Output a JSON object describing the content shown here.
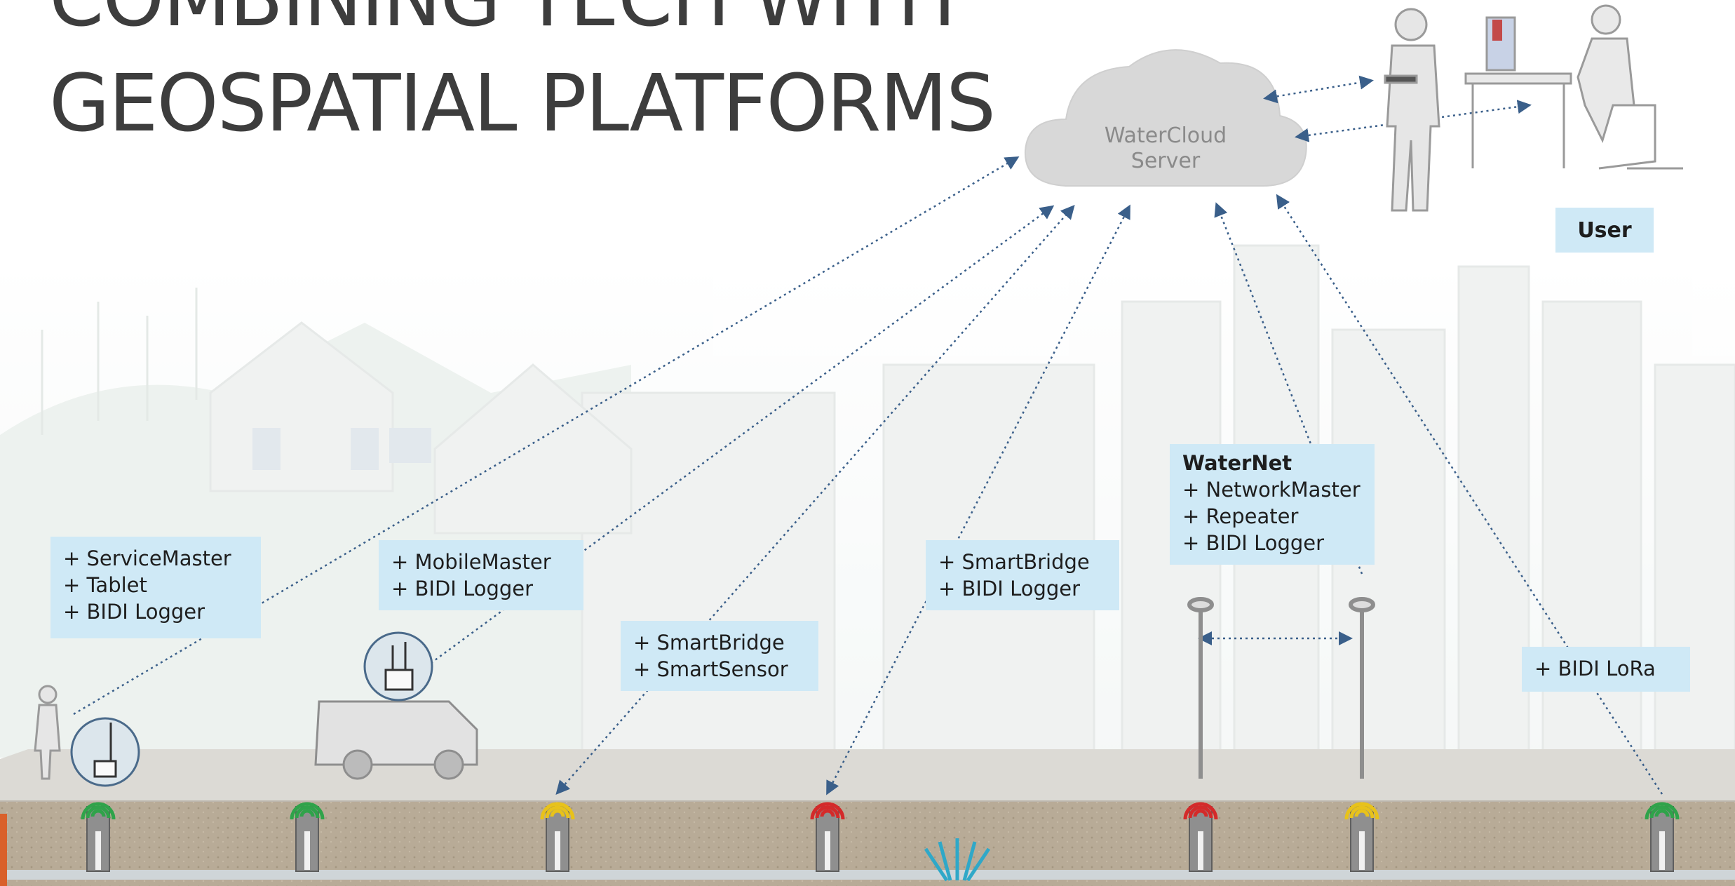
{
  "slide": {
    "title_line1": "COMBINING TECH WITH",
    "title_line2": "GEOSPATIAL PLATFORMS"
  },
  "cloud": {
    "line1": "WaterCloud",
    "line2": "Server"
  },
  "user_label": "User",
  "boxes": {
    "servicemaster": [
      "+ ServiceMaster",
      "+ Tablet",
      "+ BIDI Logger"
    ],
    "mobilemaster": [
      "+ MobileMaster",
      "+ BIDI Logger"
    ],
    "smartsensor": [
      "+ SmartBridge",
      "+ SmartSensor"
    ],
    "smartbridge": [
      "+ SmartBridge",
      "+ BIDI Logger"
    ],
    "waternet_title": "WaterNet",
    "waternet": [
      "+ NetworkMaster",
      "+ Repeater",
      "+ BIDI Logger"
    ],
    "lora": [
      "+ BIDI LoRa"
    ]
  },
  "sensors": [
    {
      "status": "green"
    },
    {
      "status": "green"
    },
    {
      "status": "yellow"
    },
    {
      "status": "red"
    },
    {
      "status": "red"
    },
    {
      "status": "yellow"
    },
    {
      "status": "green"
    }
  ],
  "colors": {
    "green": "#2fa34a",
    "yellow": "#e8c21a",
    "red": "#d42a2a",
    "label_bg": "#cfe9f6",
    "link": "#3a5f8a",
    "accent": "#d9602a"
  }
}
